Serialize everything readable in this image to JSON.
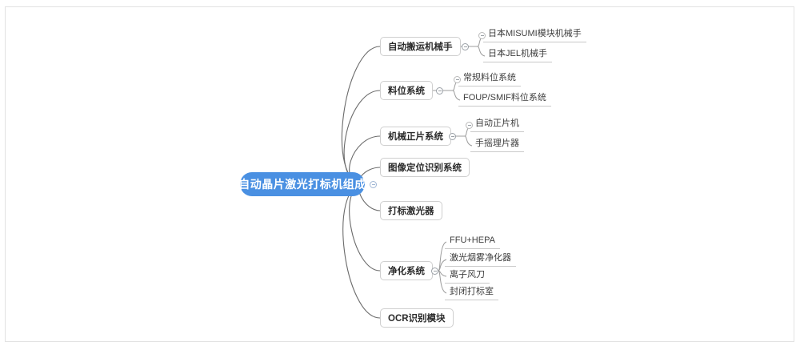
{
  "document": {
    "type": "mindmap",
    "title": "自动晶片激光打标机组成"
  },
  "colors": {
    "root_fill": "#4a90e2",
    "root_text": "#ffffff",
    "node_border": "#cfcfcf",
    "node_text": "#2b2b2b",
    "leaf_text": "#3d3d3d",
    "leaf_underline": "#c9c9c9",
    "wire": "#6b6b6b",
    "frame_border": "#e2e2e2",
    "canvas_bg": "#ffffff"
  },
  "root": {
    "label": "自动晶片激光打标机组成",
    "toggle_icon": "collapse-minus-circle-icon"
  },
  "branches": [
    {
      "label": "自动搬运机械手",
      "toggle_icon": "collapse-minus-circle-icon",
      "children": [
        {
          "label": "日本MISUMI模块机械手"
        },
        {
          "label": "日本JEL机械手"
        }
      ]
    },
    {
      "label": "料位系统",
      "toggle_icon": "collapse-minus-circle-icon",
      "children": [
        {
          "label": "常规料位系统"
        },
        {
          "label": "FOUP/SMIF料位系统"
        }
      ]
    },
    {
      "label": "机械正片系统",
      "toggle_icon": "collapse-minus-circle-icon",
      "children": [
        {
          "label": "自动正片机"
        },
        {
          "label": "手摇理片器"
        }
      ]
    },
    {
      "label": "图像定位识别系统",
      "children": []
    },
    {
      "label": "打标激光器",
      "children": []
    },
    {
      "label": "净化系统",
      "toggle_icon": "collapse-minus-circle-icon",
      "children": [
        {
          "label": "FFU+HEPA"
        },
        {
          "label": "激光烟雾净化器"
        },
        {
          "label": "离子风刀"
        },
        {
          "label": "封闭打标室"
        }
      ]
    },
    {
      "label": "OCR识别模块",
      "children": []
    }
  ]
}
